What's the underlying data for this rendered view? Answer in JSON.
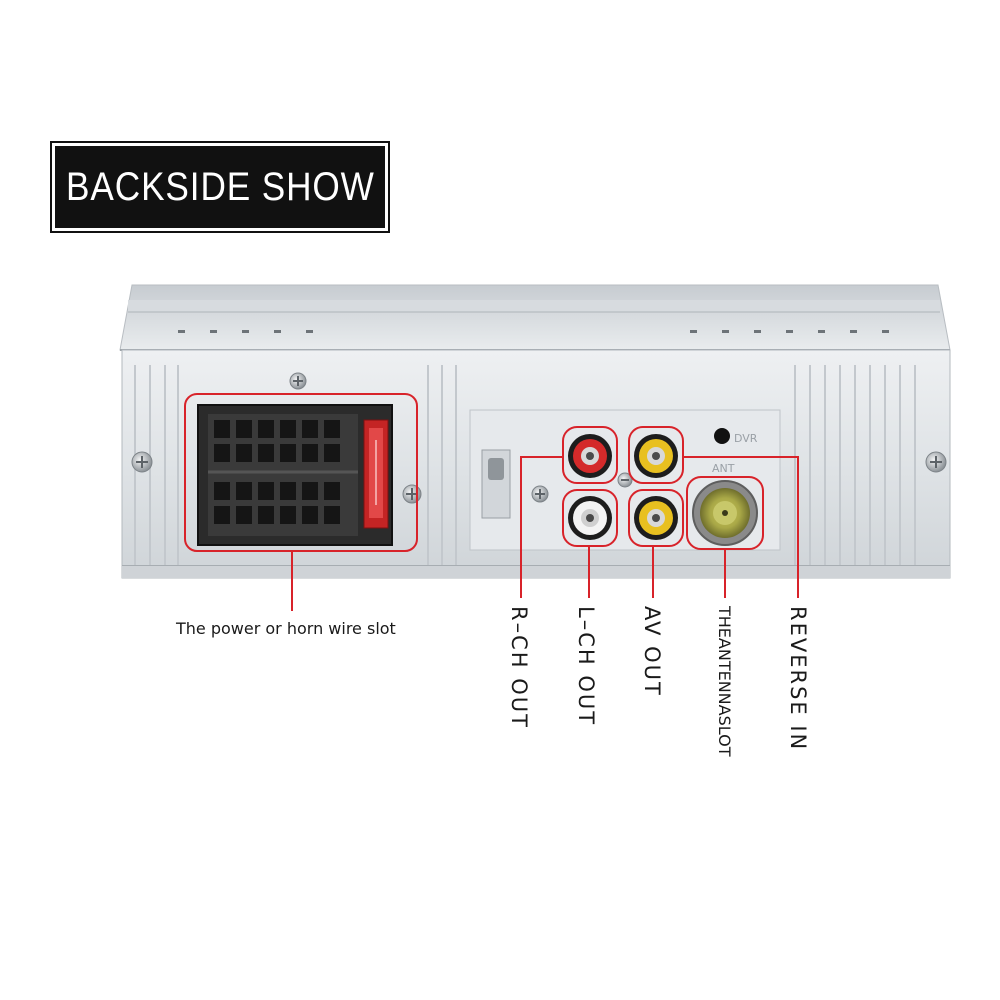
{
  "title": "BACKSIDE SHOW",
  "panel_text": {
    "dvr": "DVR",
    "ant": "ANT"
  },
  "labels": {
    "power_slot": "The power or horn wire slot",
    "r_ch_out": "R–CH OUT",
    "l_ch_out": "L–CH OUT",
    "av_out": "AV OUT",
    "antenna_slot": "THEANTENNASLOT",
    "reverse_in": "REVERSE IN"
  },
  "colors": {
    "callout": "#d8232a",
    "rca_red": "#d42a2a",
    "rca_yellow": "#e8c020",
    "rca_white": "#f4f4f4",
    "chassis": "#d6dade",
    "title_bg": "#111111"
  }
}
